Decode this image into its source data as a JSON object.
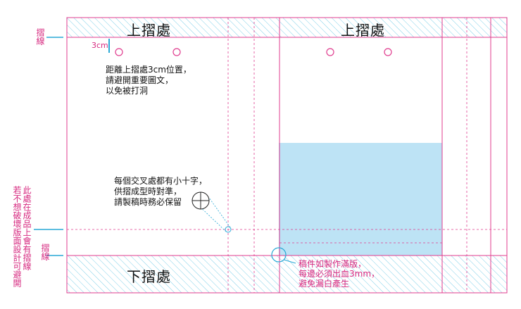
{
  "panels": {
    "top_left_title": "上摺處",
    "top_right_title": "上摺處",
    "bottom_title": "下摺處"
  },
  "labels": {
    "fold_line_top": "摺線",
    "fold_line_bottom": "摺線",
    "dimension": "3cm",
    "note_hole": "距離上摺處3cm位置，\n請避開重要圖文，\n以免被打洞",
    "note_cross": "每個交叉處都有小十字，\n供摺成型時對準，\n請製稿時務必保留",
    "note_bleed": "稿件如製作滿版，\n每邊必須出血3mm，\n避免漏白產生",
    "side_note_col1": "此處在成品上會有摺線",
    "side_note_col2": "若不想破壞版面設計可避開"
  },
  "colors": {
    "guide": "#e03d8f",
    "hatch": "#7fd0e8",
    "cyan": "#29a9d6",
    "fill": "#bde3f5",
    "accent_text": "#d6287f"
  }
}
